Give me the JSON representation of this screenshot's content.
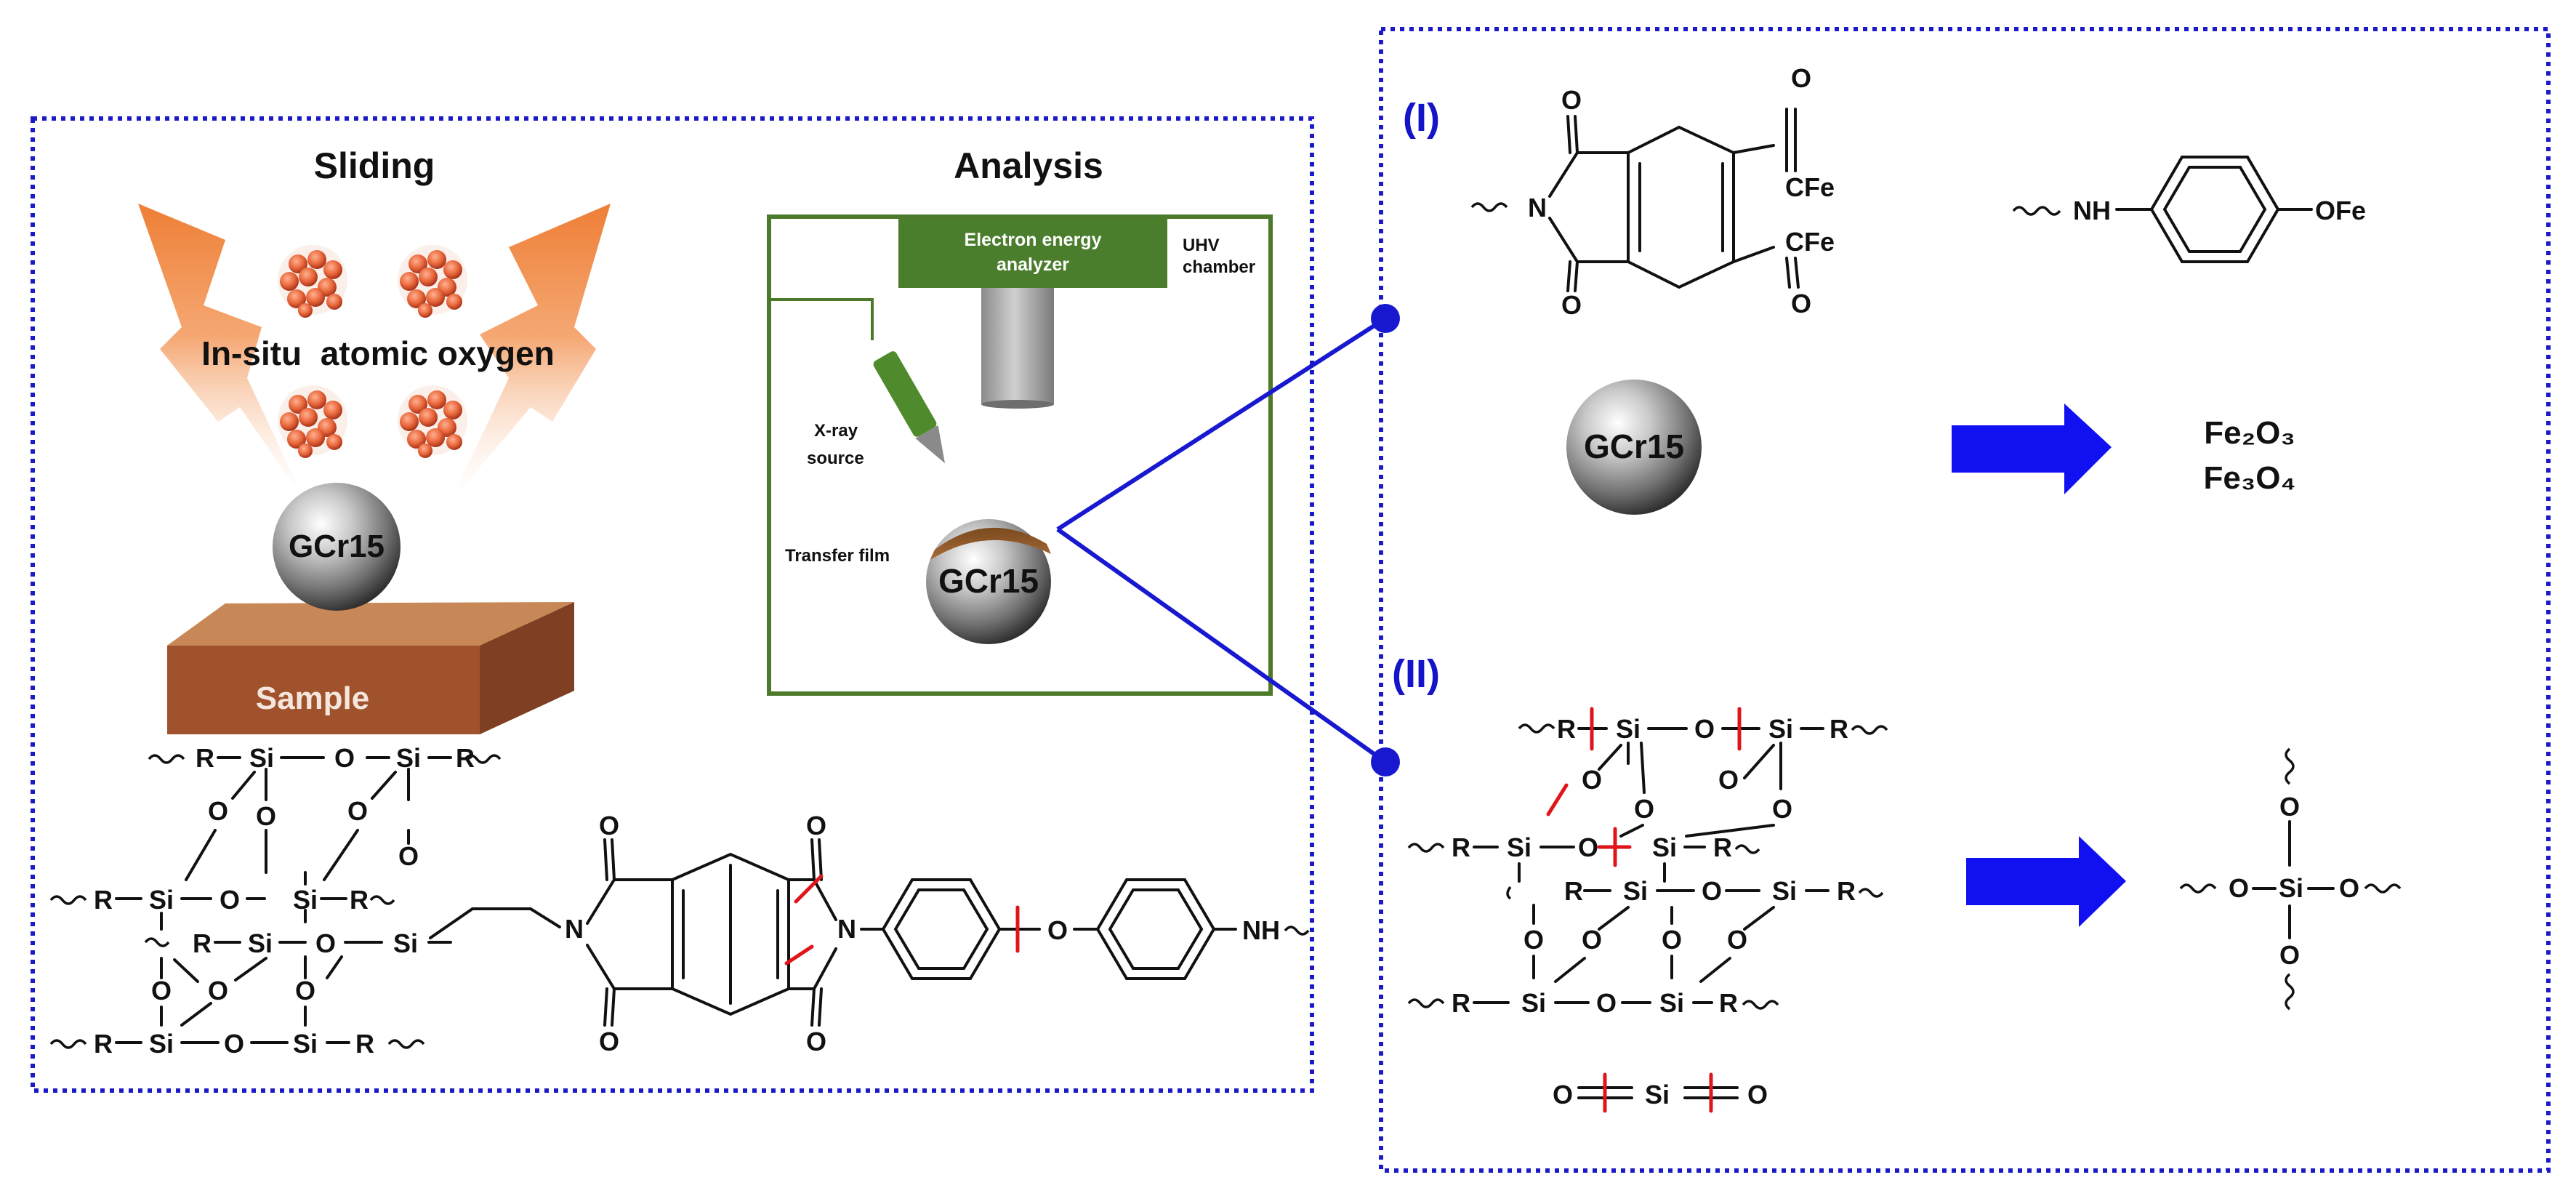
{
  "left_panel": {
    "sliding_title": "Sliding",
    "analysis_title": "Analysis",
    "atomic_oxygen_label": "In-situ  atomic oxygen",
    "ball_label": "GCr15",
    "sample_label": "Sample"
  },
  "analysis_chamber": {
    "analyzer_label_line1": "Electron energy",
    "analyzer_label_line2": "analyzer",
    "uhv_line1": "UHV",
    "uhv_line2": "chamber",
    "xray_line1": "X-ray",
    "xray_line2": "source",
    "transfer_film": "Transfer film",
    "ball_label": "GCr15"
  },
  "polymer_structure": {
    "atoms": {
      "si": "Si",
      "o": "O",
      "r": "R",
      "n": "N",
      "nh": "NH"
    }
  },
  "right_panel": {
    "case1_label": "(I)",
    "case2_label": "(II)",
    "case1_groups": {
      "cfe": "CFe",
      "o": "O",
      "n": "N",
      "nh": "NH",
      "ofe": "OFe"
    },
    "ball_label": "GCr15",
    "products": [
      "Fe₂O₃",
      "Fe₃O₄"
    ],
    "sio2": {
      "o_left": "O",
      "si": "Si",
      "o_right": "O"
    }
  },
  "colors": {
    "border_dotted": "#1a1ac8",
    "arrow": "#1010f0",
    "connector": "#1818d0",
    "chamber_frame": "#4d7a2a",
    "analyzer_fill": "#4a7d2c",
    "bond_cut": "#e0141b",
    "sample": "#a0522d",
    "lightning": "#f08a3c"
  }
}
